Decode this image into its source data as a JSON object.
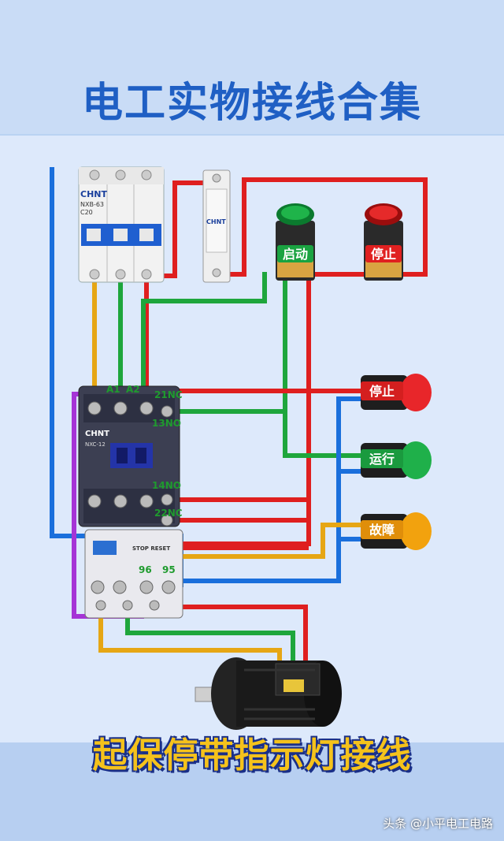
{
  "title": "电工实物接线合集",
  "caption": "起保停带指示灯接线",
  "watermark": "头条 @小平电工电路",
  "breaker": {
    "brand": "CHNT",
    "model": "NXB-63",
    "rating": "C20"
  },
  "fuse": {
    "brand": "CHNT"
  },
  "buttons": [
    {
      "label": "启动",
      "color": "#1aa341"
    },
    {
      "label": "停止",
      "color": "#e02020"
    }
  ],
  "contactor": {
    "brand": "CHNT",
    "model": "NXC-12",
    "a1": "A1",
    "a2": "A2",
    "t21": "21NC",
    "t13": "13NO",
    "t14": "14NO",
    "t22": "22NC"
  },
  "relay": {
    "text": "STOP RESET",
    "t96": "96",
    "t95": "95"
  },
  "lamps": [
    {
      "label": "停止",
      "color": "#e8262a"
    },
    {
      "label": "运行",
      "color": "#1fb04a"
    },
    {
      "label": "故障",
      "color": "#f2a20e"
    }
  ]
}
